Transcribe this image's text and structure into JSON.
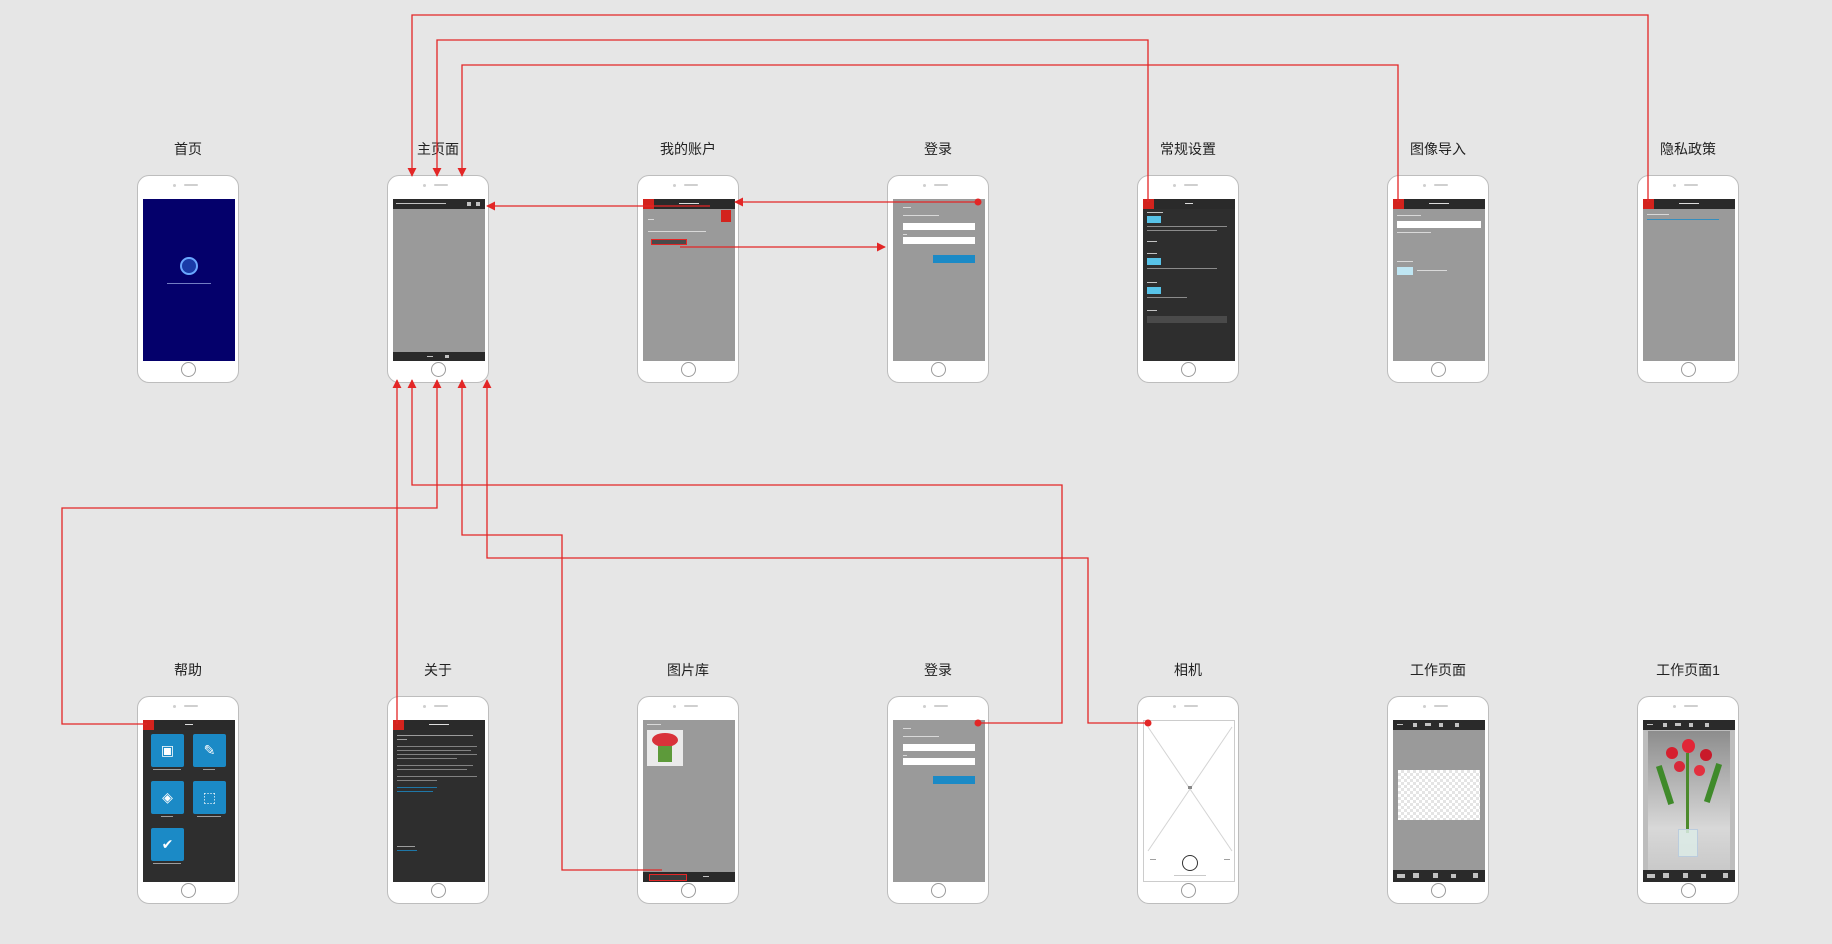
{
  "screens": {
    "home": "首页",
    "main": "主页面",
    "account": "我的账户",
    "login_top": "登录",
    "general_settings": "常规设置",
    "image_import": "图像导入",
    "privacy": "隐私政策",
    "help": "帮助",
    "about": "关于",
    "gallery": "图片库",
    "login_bottom": "登录",
    "camera": "相机",
    "workspace": "工作页面",
    "workspace1": "工作页面1"
  },
  "colors": {
    "background": "#e6e6e6",
    "link": "#e32626",
    "splash": "#04006b",
    "accent": "#d3231d",
    "blue": "#1b8ac6"
  },
  "icons": [
    "image-add-icon",
    "brush-icon",
    "layers-icon",
    "selection-icon",
    "check-icon",
    "shutter-icon",
    "tulip-photo"
  ]
}
